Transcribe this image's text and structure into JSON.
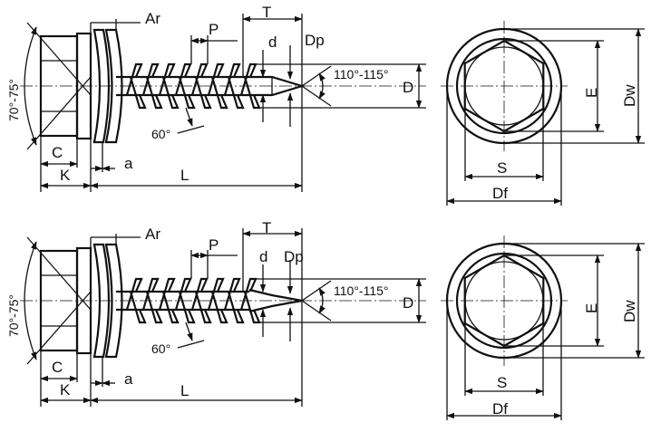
{
  "drawings": [
    {
      "variant": "drill-point",
      "labels": {
        "ar": "Ar",
        "p": "P",
        "t": "T",
        "d": "d",
        "dp": "Dp",
        "point_angle": "110°-115°",
        "head_angle": "70°-75°",
        "thread_angle": "60°",
        "big_d": "D",
        "c": "C",
        "k": "K",
        "a": "a",
        "l": "L"
      },
      "front_view_labels": {
        "e": "E",
        "dw": "Dw",
        "s": "S",
        "df": "Df"
      }
    },
    {
      "variant": "sharp-point",
      "labels": {
        "ar": "Ar",
        "p": "P",
        "t": "T",
        "d": "d",
        "dp": "Dp",
        "point_angle": "110°-115°",
        "head_angle": "70°-75°",
        "thread_angle": "60°",
        "big_d": "D",
        "c": "C",
        "k": "K",
        "a": "a",
        "l": "L"
      },
      "front_view_labels": {
        "e": "E",
        "dw": "Dw",
        "s": "S",
        "df": "Df"
      }
    }
  ]
}
